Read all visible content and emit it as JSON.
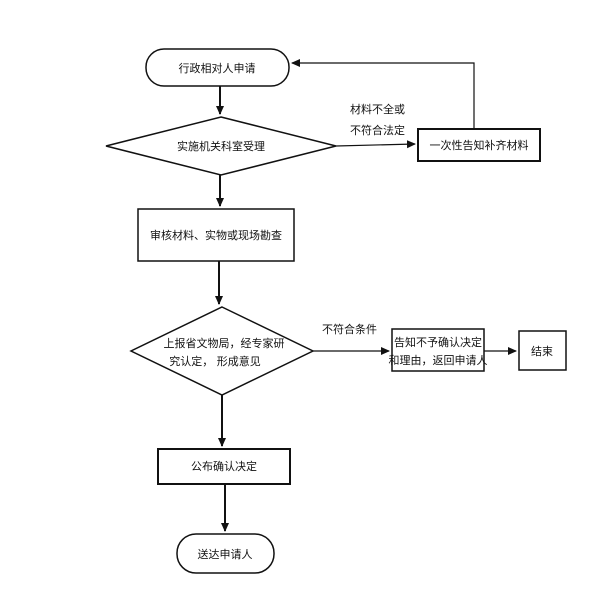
{
  "nodes": {
    "applicant": "行政相对人申请",
    "accept": "实施机关科室受理",
    "notify_supplement": "一次性告知补齐材料",
    "review": "审核材料、实物或现场勘查",
    "report_line1": "上报省文物局，经专家研",
    "report_line2": "究认定，  形成意见",
    "reject_line1": "告知不予确认决定",
    "reject_line2": "和理由，返回申请人",
    "end": "结束",
    "publish": "公布确认决定",
    "deliver": "送达申请人"
  },
  "edges": {
    "incomplete_line1": "材料不全或",
    "incomplete_line2": "不符合法定",
    "not_qualified": "不符合条件"
  }
}
